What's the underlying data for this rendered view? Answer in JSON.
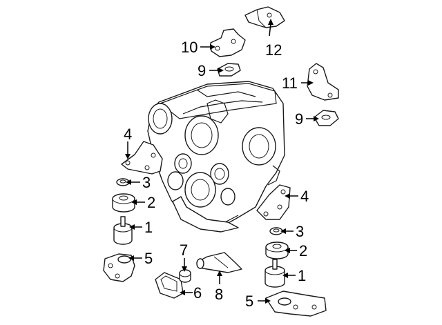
{
  "callouts": [
    {
      "id": "c1a",
      "text": "1"
    },
    {
      "id": "c1b",
      "text": "1"
    },
    {
      "id": "c2a",
      "text": "2"
    },
    {
      "id": "c2b",
      "text": "2"
    },
    {
      "id": "c3a",
      "text": "3"
    },
    {
      "id": "c3b",
      "text": "3"
    },
    {
      "id": "c4a",
      "text": "4"
    },
    {
      "id": "c4b",
      "text": "4"
    },
    {
      "id": "c5a",
      "text": "5"
    },
    {
      "id": "c5b",
      "text": "5"
    },
    {
      "id": "c6",
      "text": "6"
    },
    {
      "id": "c7",
      "text": "7"
    },
    {
      "id": "c8",
      "text": "8"
    },
    {
      "id": "c9a",
      "text": "9"
    },
    {
      "id": "c9b",
      "text": "9"
    },
    {
      "id": "c10",
      "text": "10"
    },
    {
      "id": "c11",
      "text": "11"
    },
    {
      "id": "c12",
      "text": "12"
    }
  ],
  "colors": {
    "line": "#1a1a1a",
    "background": "#ffffff"
  }
}
